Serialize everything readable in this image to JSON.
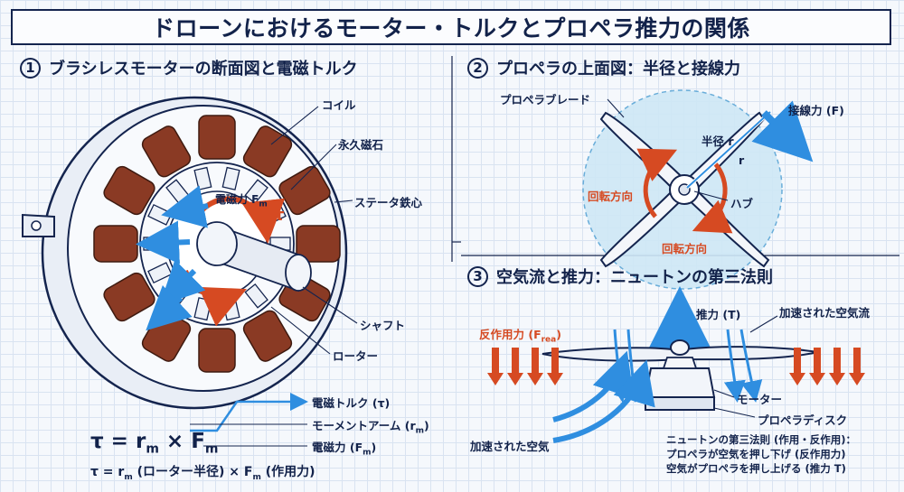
{
  "title": "ドローンにおけるモーター・トルクとプロペラ推力の関係",
  "section1": {
    "number": "1",
    "title": "ブラシレスモーターの断面図と電磁トルク",
    "labels": {
      "coil": "コイル",
      "magnet": "永久磁石",
      "stator_core": "ステータ鉄心",
      "shaft": "シャフト",
      "rotor": "ローター",
      "em_force_inner": "電磁力 F",
      "em_force_inner_sub": "m",
      "tau_top": "τ",
      "tau_bottom": "τ"
    },
    "legend": {
      "em_torque": "電磁トルク (τ)",
      "moment_arm": "モーメントアーム (r",
      "moment_arm_sub": "m",
      "moment_arm_close": ")",
      "em_force": "電磁力 (F",
      "em_force_sub": "m",
      "em_force_close": ")"
    },
    "formula_main": {
      "lhs": "τ = r",
      "sub1": "m",
      "op": " × F",
      "sub2": "m"
    },
    "formula_detail": {
      "a": "τ = r",
      "sub1": "m",
      "b": " (ローター半径) × F",
      "sub2": "m",
      "c": " (作用力)"
    }
  },
  "section2": {
    "number": "2",
    "title": "プロペラの上面図：半径と接線力",
    "labels": {
      "blade": "プロペラブレード",
      "tangential_force": "接線力 (F)",
      "radius": "半径 r",
      "r": "r",
      "hub": "ハブ",
      "rotation_left": "回転方向",
      "rotation_bottom": "回転方向"
    }
  },
  "section3": {
    "number": "3",
    "title": "空気流と推力：ニュートンの第三法則",
    "labels": {
      "thrust": "推力 (T)",
      "accelerated_flow": "加速された空気流",
      "reaction": "反作用力 (F",
      "reaction_sub": "rea",
      "reaction_close": ")",
      "motor": "モーター",
      "disk": "プロペラディスク",
      "accelerated_air": "加速された空気"
    },
    "newton_note": [
      "ニュートンの第三法則 (作用・反作用)：",
      "プロペラが空気を押し下げ (反作用力)",
      "空気がプロペラを押し上げる (推力 T)"
    ]
  },
  "colors": {
    "navy": "#14244e",
    "blue": "#2f8ee0",
    "red": "#d64a22",
    "copper": "#8a3a24",
    "disk": "#cfe8f6"
  }
}
